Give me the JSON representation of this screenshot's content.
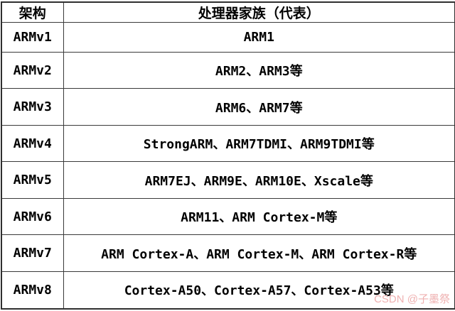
{
  "table": {
    "headers": {
      "arch": "架构",
      "family": "处理器家族（代表）"
    },
    "rows": [
      {
        "arch": "ARMv1",
        "family": "ARM1"
      },
      {
        "arch": "ARMv2",
        "family": "ARM2、ARM3等"
      },
      {
        "arch": "ARMv3",
        "family": "ARM6、ARM7等"
      },
      {
        "arch": "ARMv4",
        "family": "StrongARM、ARM7TDMI、ARM9TDMI等"
      },
      {
        "arch": "ARMv5",
        "family": "ARM7EJ、ARM9E、ARM10E、Xscale等"
      },
      {
        "arch": "ARMv6",
        "family": "ARM11、ARM Cortex-M等"
      },
      {
        "arch": "ARMv7",
        "family": "ARM Cortex-A、ARM Cortex-M、ARM Cortex-R等"
      },
      {
        "arch": "ARMv8",
        "family": "Cortex-A50、Cortex-A57、Cortex-A53等"
      }
    ]
  },
  "watermark": {
    "text": "CSDN @子墨祭",
    "color": "#efb1b1"
  },
  "colors": {
    "border": "#3a3a3a",
    "text": "#000000",
    "background": "#ffffff"
  }
}
